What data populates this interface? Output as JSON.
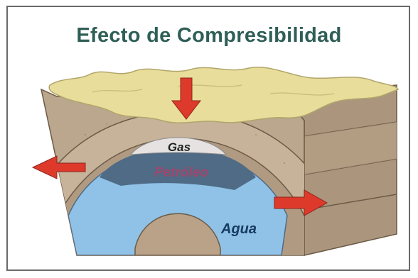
{
  "title": "Efecto de Compresibilidad",
  "labels": {
    "gas": "Gas",
    "oil": "Petróleo",
    "water": "Agua"
  },
  "colors": {
    "title": "#2f5f57",
    "sand": "#e8dd9a",
    "rock": "#bca88f",
    "rock_dark": "#8d7a64",
    "gas": "#e6e2e2",
    "oil": "#4f6b86",
    "oil_text": "#a0466c",
    "water": "#8fc2e6",
    "dome_core": "#b9a288",
    "arrow": "#dd3a2c"
  },
  "icons": [
    "arrow-down-icon",
    "arrow-left-icon",
    "arrow-right-icon"
  ]
}
